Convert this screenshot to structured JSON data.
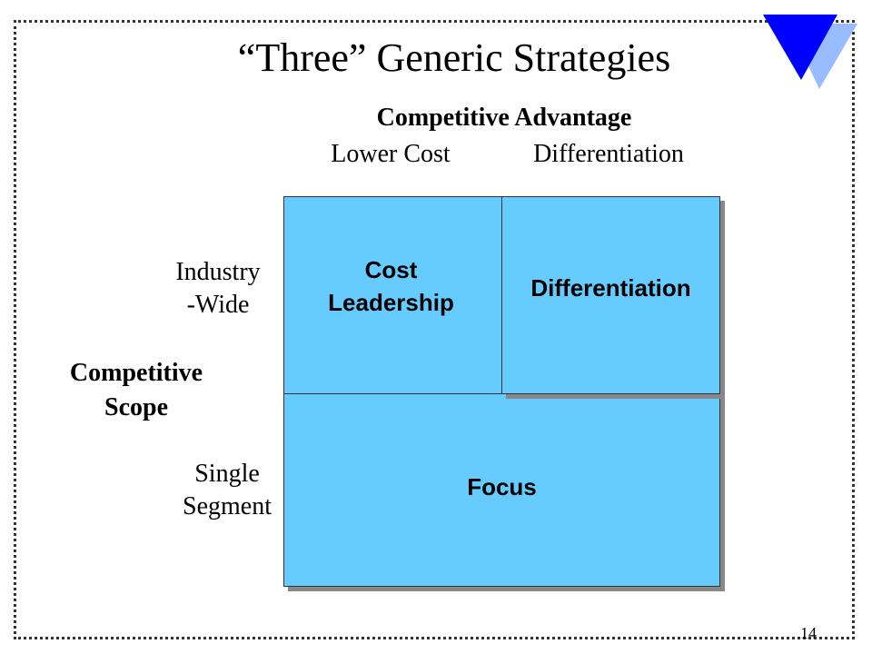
{
  "slide": {
    "title": "“Three” Generic Strategies",
    "page_number": "14"
  },
  "competitive_advantage": {
    "title": "Competitive Advantage",
    "lower_cost": "Lower Cost",
    "differentiation": "Differentiation"
  },
  "competitive_scope": {
    "title": "Competitive\nScope",
    "industry_wide": "Industry\n-Wide",
    "single_segment": "Single\nSegment"
  },
  "matrix": {
    "cost_leadership": "Cost\nLeadership",
    "differentiation": "Differentiation",
    "focus": "Focus"
  },
  "colors": {
    "cell_fill": "#66ccff",
    "logo_dark": "#0000ff",
    "logo_light": "#99bbff"
  }
}
